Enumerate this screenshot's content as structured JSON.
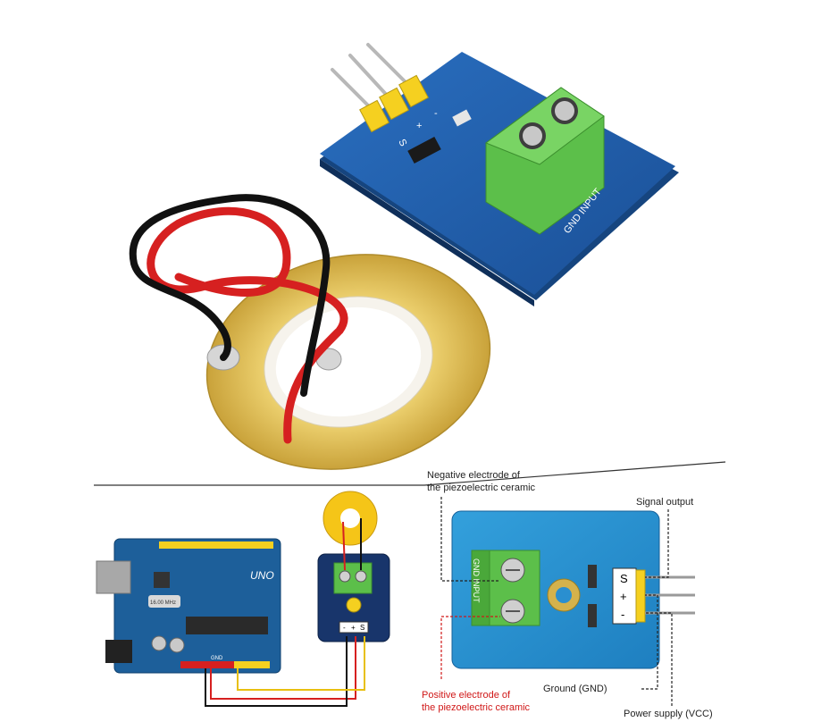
{
  "top_photo": {
    "pin_labels": [
      "S",
      "+",
      "-"
    ],
    "terminal_label": "GND INPUT"
  },
  "wiring": {
    "arduino_brand": "UNO",
    "crystal_label": "16.00 MHz",
    "header_label": "GND",
    "module_pin_labels": [
      "-",
      "+",
      "S"
    ]
  },
  "callouts": {
    "negative": [
      "Negative electrode of",
      "the piezoelectric ceramic"
    ],
    "positive": [
      "Positive electrode of",
      "the piezoelectric ceramic"
    ],
    "signal": "Signal output",
    "ground": "Ground (GND)",
    "power": "Power supply (VCC)",
    "terminal_side": "GND INPUT"
  },
  "colors": {
    "pcb_blue": "#1f5fae",
    "pcb_light": "#2a8fd0",
    "terminal_green": "#5cbf4a",
    "header_yellow": "#f5d020",
    "disc_brass": "#d9b64e",
    "wire_red": "#d62020",
    "wire_black": "#111111",
    "callout_red": "#d01818"
  }
}
